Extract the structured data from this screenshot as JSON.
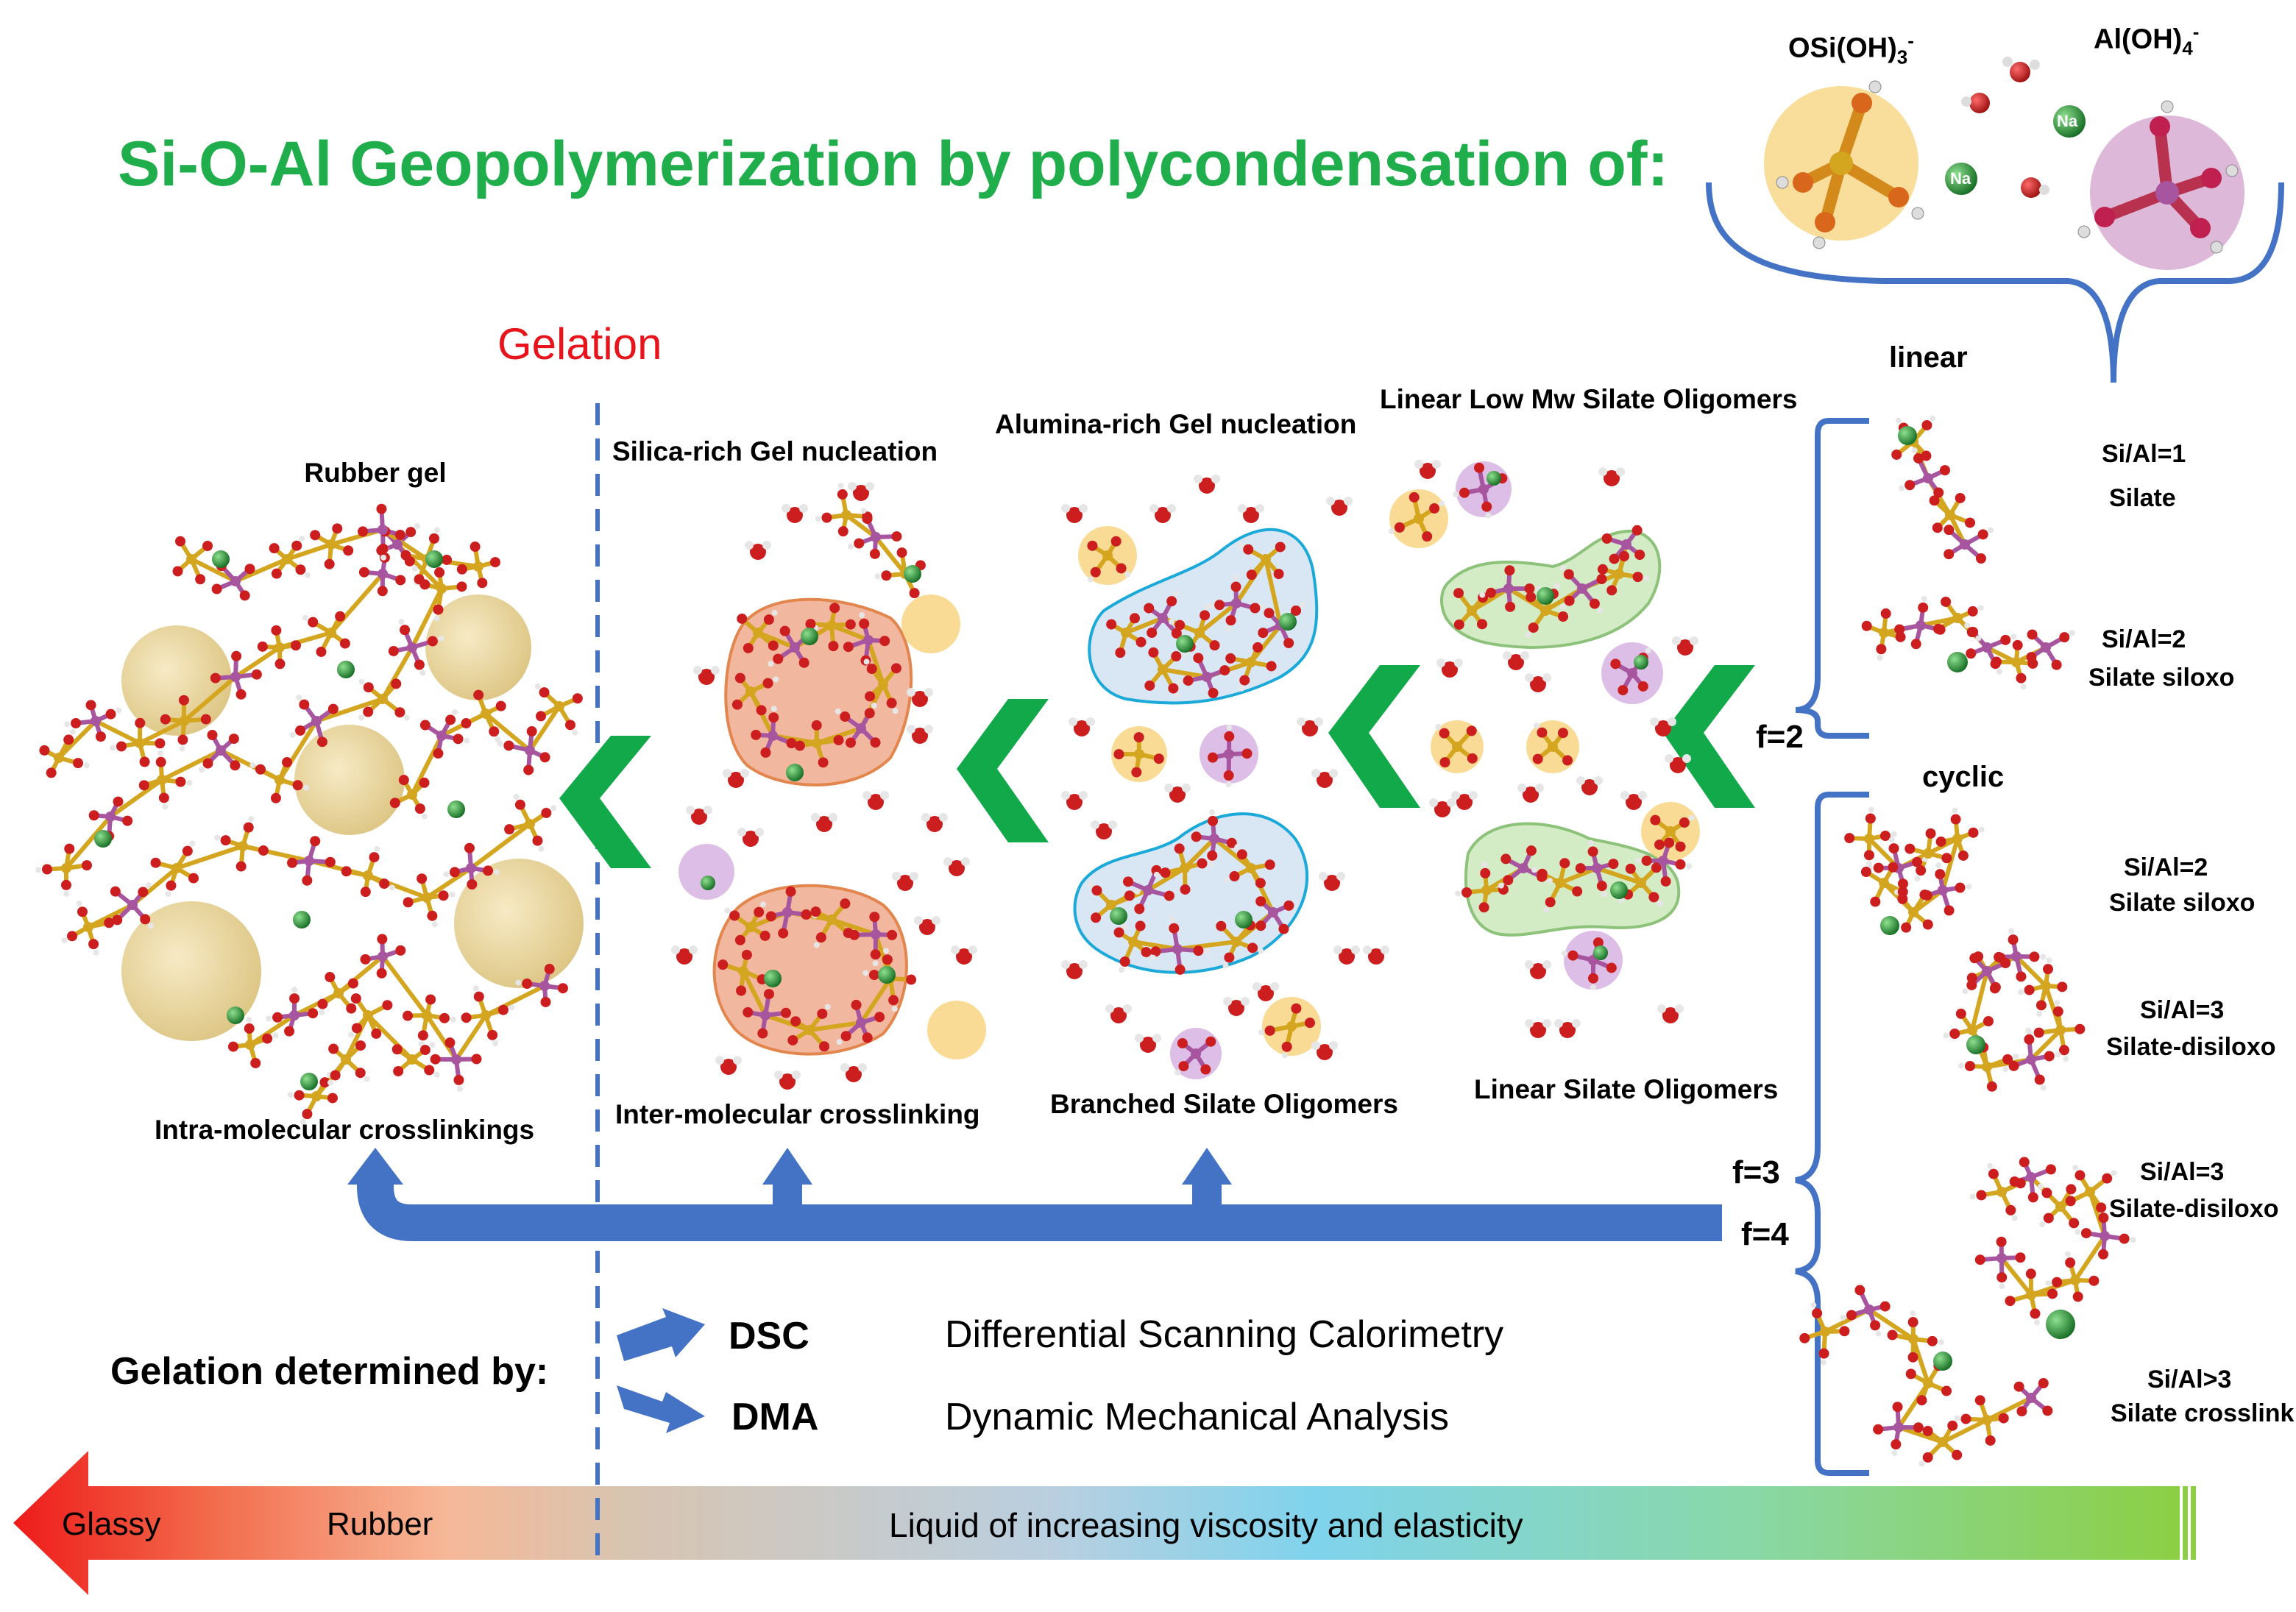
{
  "title": "Si-O-Al Geopolymerization by polycondensation of:",
  "gelation_label": "Gelation",
  "ions": {
    "silicate": {
      "base": "OSi(OH)",
      "sub": "3",
      "sup": "-"
    },
    "aluminate": {
      "base": "Al(OH)",
      "sub": "4",
      "sup": "-"
    },
    "sodium": "Na"
  },
  "stages": {
    "rubber_gel": "Rubber gel",
    "silica_rich": "Silica-rich Gel nucleation",
    "alumina_rich": "Alumina-rich Gel nucleation",
    "linear_low_mw": "Linear Low Mw Silate Oligomers",
    "intra": "Intra-molecular crosslinkings",
    "inter": "Inter-molecular  crosslinking",
    "branched": "Branched Silate Oligomers",
    "linear_oligomers": "Linear Silate Oligomers"
  },
  "units": {
    "linear": "linear",
    "cyclic": "cyclic",
    "items": [
      {
        "ratio": "Si/Al=1",
        "name": "Silate"
      },
      {
        "ratio": "Si/Al=2",
        "name": "Silate siloxo"
      },
      {
        "ratio": "Si/Al=2",
        "name": "Silate siloxo"
      },
      {
        "ratio": "Si/Al=3",
        "name": "Silate-disiloxo"
      },
      {
        "ratio": "Si/Al=3",
        "name": "Silate-disiloxo"
      },
      {
        "ratio": "Si/Al>3",
        "name": "Silate crosslink"
      }
    ],
    "f2": "f=2",
    "f3": "f=3",
    "f4": "f=4"
  },
  "methods": {
    "heading": "Gelation determined by:",
    "dsc": {
      "abbr": "DSC",
      "full": "Differential Scanning Calorimetry"
    },
    "dma": {
      "abbr": "DMA",
      "full": "Dynamic Mechanical Analysis"
    }
  },
  "scale": {
    "glassy": "Glassy",
    "rubber": "Rubber",
    "liquid": "Liquid of increasing viscosity and elasticity"
  },
  "colors": {
    "title_green": "#1fae4b",
    "gelation_red": "#e8141b",
    "arrow_blue": "#4472c4",
    "chevron_green": "#12a94b",
    "silicon": "#d4a51e",
    "oxygen": "#cc1e1e",
    "aluminum": "#a855a0",
    "sodium": "#2f9b2f"
  }
}
